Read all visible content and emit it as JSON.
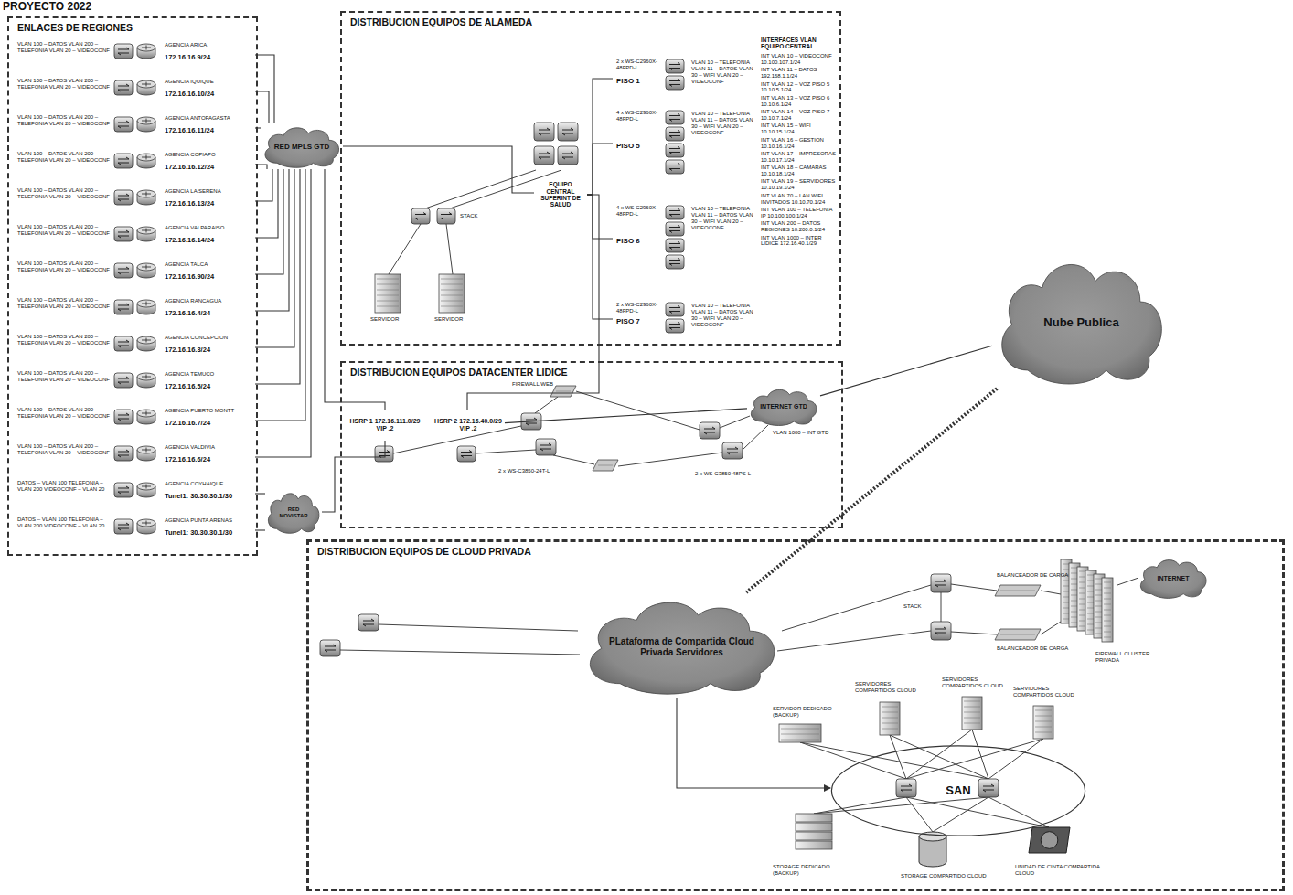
{
  "diagram": {
    "title": "PROYECTO 2022",
    "nodes": [
      {
        "text": [
          "ENLACES DE REGIONES"
        ]
      },
      {
        "text": [
          "VLAN 100 – DATOS VLAN 200 – TELEFONIA VLAN 20 – VIDEOCONF",
          "AGENCIA ARICA",
          "172.16.16.9/24"
        ],
        "in": 0
      },
      {
        "text": [
          "VLAN 100 – DATOS VLAN 200 – TELEFONIA VLAN 20 – VIDEOCONF",
          "AGENCIA IQUIQUE",
          "172.16.16.10/24"
        ],
        "in": 0
      },
      {
        "text": [
          "VLAN 100 – DATOS VLAN 200 – TELEFONIA VLAN 20 – VIDEOCONF",
          "AGENCIA ANTOFAGASTA",
          "172.16.16.11/24"
        ],
        "in": 0
      },
      {
        "text": [
          "VLAN 100 – DATOS VLAN 200 – TELEFONIA VLAN 20 – VIDEOCONF",
          "AGENCIA COPIAPO",
          "172.16.16.12/24"
        ],
        "in": 0
      },
      {
        "text": [
          "VLAN 100 – DATOS VLAN 200 – TELEFONIA VLAN 20 – VIDEOCONF",
          "AGENCIA LA SERENA",
          "172.16.16.13/24"
        ],
        "in": 0
      },
      {
        "text": [
          "VLAN 100 – DATOS VLAN 200 – TELEFONIA VLAN 20 – VIDEOCONF",
          "AGENCIA VALPARAISO",
          "172.16.16.14/24"
        ],
        "in": 0
      },
      {
        "text": [
          "VLAN 100 – DATOS VLAN 200 – TELEFONIA VLAN 20 – VIDEOCONF",
          "AGENCIA TALCA",
          "172.16.16.90/24"
        ],
        "in": 0
      },
      {
        "text": [
          "VLAN 100 – DATOS VLAN 200 – TELEFONIA VLAN 20 – VIDEOCONF",
          "AGENCIA RANCAGUA",
          "172.16.16.4/24"
        ],
        "in": 0
      },
      {
        "text": [
          "VLAN 100 – DATOS VLAN 200 – TELEFONIA VLAN 20 – VIDEOCONF",
          "AGENCIA CONCEPCION",
          "172.16.16.3/24"
        ],
        "in": 0
      },
      {
        "text": [
          "VLAN 100 – DATOS VLAN 200 – TELEFONIA VLAN 20 – VIDEOCONF",
          "AGENCIA TEMUCO",
          "172.16.16.5/24"
        ],
        "in": 0
      },
      {
        "text": [
          "VLAN 100 – DATOS VLAN 200 – TELEFONIA VLAN 20 – VIDEOCONF",
          "AGENCIA PUERTO MONTT",
          "172.16.16.7/24"
        ],
        "in": 0
      },
      {
        "text": [
          "VLAN 100 – DATOS VLAN 200 – TELEFONIA VLAN 20 – VIDEOCONF",
          "AGENCIA VALDIVIA",
          "172.16.16.6/24"
        ],
        "in": 0
      },
      {
        "text": [
          "DATOS – VLAN 100 TELEFONIA – VLAN 200 VIDEOCONF – VLAN 20",
          "AGENCIA COYHAIQUE",
          "Tunel1: 30.30.30.1/30"
        ],
        "in": 0
      },
      {
        "text": [
          "DATOS – VLAN 100 TELEFONIA – VLAN 200 VIDEOCONF – VLAN 20",
          "AGENCIA PUNTA ARENAS",
          "Tunel1: 30.30.30.1/30"
        ],
        "in": 0
      },
      {
        "text": [
          "RED MPLS GTD"
        ]
      },
      {
        "text": [
          "RED MOVISTAR"
        ]
      },
      {
        "text": [
          "DISTRIBUCION EQUIPOS DE ALAMEDA"
        ]
      },
      {
        "text": [
          "EQUIPO CENTRAL SUPERINT DE SALUD"
        ],
        "in": 17
      },
      {
        "text": [
          "PISO 1",
          "2 x WS-C2960X-48FPD-L",
          "VLAN 10 – TELEFONIA VLAN 11 – DATOS VLAN 30 – WIFI VLAN 20 – VIDEOCONF"
        ],
        "in": 17
      },
      {
        "text": [
          "PISO 5",
          "4 x WS-C2960X-48FPD-L",
          "VLAN 10 – TELEFONIA VLAN 11 – DATOS VLAN 30 – WIFI VLAN 20 – VIDEOCONF"
        ],
        "in": 17
      },
      {
        "text": [
          "PISO 6",
          "4 x WS-C2960X-48FPD-L",
          "VLAN 10 – TELEFONIA VLAN 11 – DATOS VLAN 30 – WIFI VLAN 20 – VIDEOCONF"
        ],
        "in": 17
      },
      {
        "text": [
          "PISO 7",
          "2 x WS-C2960X-48FPD-L",
          "VLAN 10 – TELEFONIA VLAN 11 – DATOS VLAN 30 – WIFI VLAN 20 – VIDEOCONF"
        ],
        "in": 17
      },
      {
        "text": [
          "INTERFACES VLAN EQUIPO CENTRAL",
          "INT VLAN 10 – VIDEOCONF 10.100.107.1/24",
          "INT VLAN 11 – DATOS 192.168.1.1/24",
          "INT VLAN 12 – VOZ PISO 5 10.10.5.1/24",
          "INT VLAN 13 – VOZ PISO 6 10.10.6.1/24",
          "INT VLAN 14 – VOZ PISO 7 10.10.7.1/24",
          "INT VLAN 15 – WIFI 10.10.15.1/24",
          "INT VLAN 16 – GESTION 10.10.16.1/24",
          "INT VLAN 17 – IMPRESORAS 10.10.17.1/24",
          "INT VLAN 18 – CAMARAS 10.10.18.1/24",
          "INT VLAN 19 – SERVIDORES 10.10.19.1/24",
          "INT VLAN 70 – LAN WIFI INVITADOS 10.10.70.1/24",
          "INT VLAN 100 – TELEFONIA IP 10.100.100.1/24",
          "INT VLAN 200 – DATOS REGIONES 10.200.0.1/24",
          "INT VLAN 1000 – INTER LIDICE 172.16.40.1/29"
        ],
        "in": 17
      },
      {
        "text": [
          "DISTRIBUCION EQUIPOS DATACENTER LIDICE"
        ]
      },
      {
        "text": [
          "HSRP 1 172.16.111.0/29 VIP .2"
        ],
        "in": 24
      },
      {
        "text": [
          "HSRP 2 172.16.40.0/29 VIP .2"
        ],
        "in": 24
      },
      {
        "text": [
          "INTERNET GTD"
        ],
        "in": 24
      },
      {
        "text": [
          "Nube Publica"
        ]
      },
      {
        "text": [
          "DISTRIBUCION EQUIPOS DE CLOUD PRIVADA"
        ]
      },
      {
        "text": [
          "PLataforma de Compartida Cloud Privada Servidores"
        ],
        "in": 29
      },
      {
        "text": [
          "INTERNET"
        ],
        "in": 29
      },
      {
        "text": [
          "SAN"
        ],
        "in": 29
      }
    ],
    "edges": [
      {
        "from": 1,
        "to": 15,
        "arrow": "none"
      },
      {
        "from": 2,
        "to": 15,
        "arrow": "none"
      },
      {
        "from": 3,
        "to": 15,
        "arrow": "none"
      },
      {
        "from": 4,
        "to": 15,
        "arrow": "none"
      },
      {
        "from": 5,
        "to": 15,
        "arrow": "none"
      },
      {
        "from": 6,
        "to": 15,
        "arrow": "none"
      },
      {
        "from": 7,
        "to": 15,
        "arrow": "none"
      },
      {
        "from": 8,
        "to": 15,
        "arrow": "none"
      },
      {
        "from": 9,
        "to": 15,
        "arrow": "none"
      },
      {
        "from": 10,
        "to": 15,
        "arrow": "none"
      },
      {
        "from": 11,
        "to": 15,
        "arrow": "none"
      },
      {
        "from": 12,
        "to": 15,
        "arrow": "none"
      },
      {
        "from": 13,
        "to": 16,
        "arrow": "none"
      },
      {
        "from": 14,
        "to": 16,
        "arrow": "none"
      },
      {
        "from": 15,
        "to": 18,
        "arrow": "none"
      },
      {
        "from": 15,
        "to": 25,
        "arrow": "none"
      },
      {
        "from": 16,
        "to": 25,
        "arrow": "none"
      },
      {
        "from": 18,
        "to": 19,
        "arrow": "none"
      },
      {
        "from": 18,
        "to": 20,
        "arrow": "none"
      },
      {
        "from": 18,
        "to": 21,
        "arrow": "none"
      },
      {
        "from": 18,
        "to": 22,
        "arrow": "none"
      },
      {
        "from": 18,
        "to": 26,
        "arrow": "none"
      },
      {
        "from": 26,
        "to": 27,
        "arrow": "none"
      },
      {
        "from": 27,
        "to": 28,
        "arrow": "none"
      },
      {
        "from": 28,
        "to": 30,
        "arrow": "none"
      },
      {
        "from": 30,
        "to": 32,
        "arrow": "to"
      }
    ],
    "labels": [
      "SERVIDOR",
      "SERVIDOR",
      "2 x WS-C3850-24T-L",
      "FIREWALL WEB",
      "2 x WS-C3850-48PS-L",
      "VLAN 1000 – INT GTD",
      "STACK",
      "BALANCEADOR DE CARGA",
      "BALANCEADOR DE CARGA",
      "FIREWALL CLUSTER PRIVADA",
      "SERVIDORES COMPARTIDOS CLOUD",
      "SERVIDORES COMPARTIDOS CLOUD",
      "SERVIDORES COMPARTIDOS CLOUD",
      "SERVIDOR DEDICADO (BACKUP)",
      "STORAGE DEDICADO (BACKUP)",
      "STORAGE COMPARTIDO CLOUD",
      "UNIDAD DE CINTA COMPARTIDA CLOUD",
      "STACK"
    ]
  }
}
